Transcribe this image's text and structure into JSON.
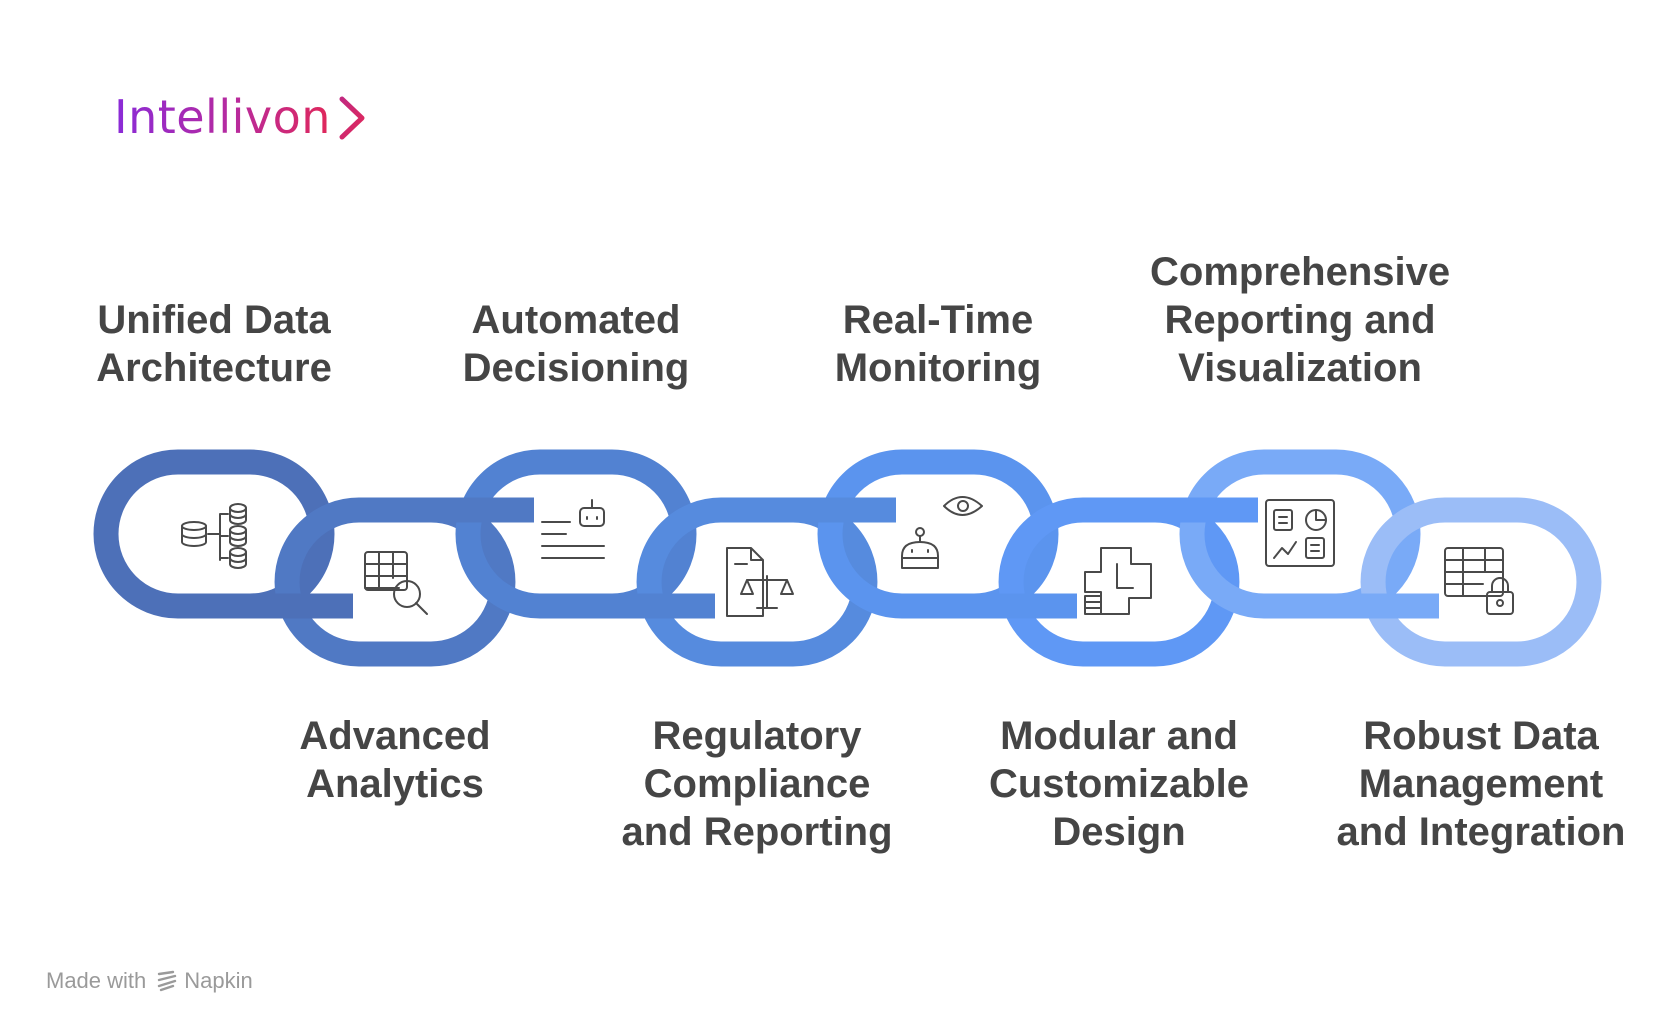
{
  "brand": {
    "name": "Intellivon",
    "colors": {
      "purple": "#8a2bd8",
      "pink": "#e0285a"
    }
  },
  "diagram": {
    "links": [
      {
        "label": "Unified Data Architecture",
        "icon": "database-hierarchy-icon",
        "row": "top",
        "color": "#4d70b8"
      },
      {
        "label": "Advanced Analytics",
        "icon": "table-search-icon",
        "row": "bottom",
        "color": "#5079c4"
      },
      {
        "label": "Automated Decisioning",
        "icon": "robot-text-icon",
        "row": "top",
        "color": "#5282d2"
      },
      {
        "label": "Regulatory Compliance and Reporting",
        "icon": "document-scales-icon",
        "row": "bottom",
        "color": "#568bde"
      },
      {
        "label": "Real-Time Monitoring",
        "icon": "robot-eye-icon",
        "row": "top",
        "color": "#5b94ee"
      },
      {
        "label": "Modular and Customizable Design",
        "icon": "puzzle-blocks-icon",
        "row": "bottom",
        "color": "#5f98f5"
      },
      {
        "label": "Comprehensive Reporting and Visualization",
        "icon": "dashboard-icon",
        "row": "top",
        "color": "#79aaf7"
      },
      {
        "label": "Robust Data Management and Integration",
        "icon": "table-lock-icon",
        "row": "bottom",
        "color": "#9bbdf7"
      }
    ]
  },
  "footer": {
    "made_with": "Made with",
    "tool": "Napkin"
  }
}
